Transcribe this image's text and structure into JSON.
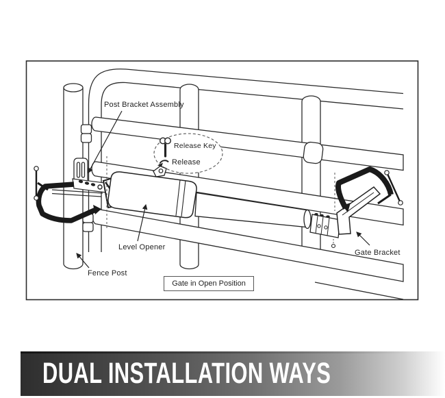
{
  "diagram": {
    "labels": {
      "post_bracket_assembly": "Post Bracket Assembly",
      "release_key": "Release Key",
      "release": "Release",
      "level_opener": "Level Opener",
      "fence_post": "Fence Post",
      "gate_bracket": "Gate Bracket",
      "gate_position_box": "Gate in Open Position"
    },
    "icons": {
      "release_key_icon": "butterfly-key",
      "release_arrow_icon": "turn-left-arrow"
    },
    "colors": {
      "line": "#2b2b2b",
      "clamp_dark": "#1a1a1a",
      "dashed": "#555555",
      "background": "#ffffff"
    }
  },
  "banner": {
    "title": "DUAL INSTALLATION WAYS",
    "text_color": "#ffffff",
    "gradient_start": "#2e2e2e",
    "gradient_end": "#ffffff"
  }
}
